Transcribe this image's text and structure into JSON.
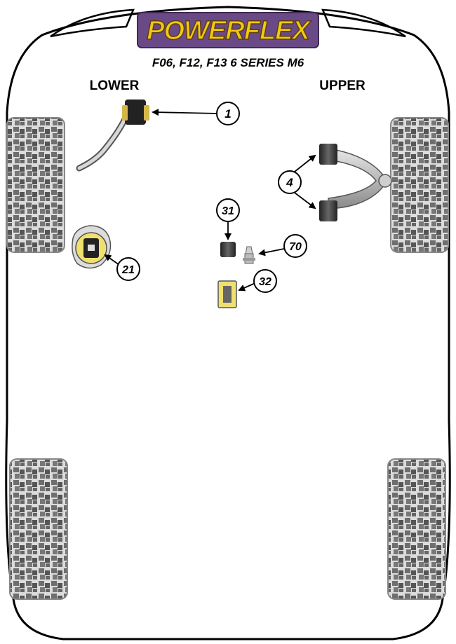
{
  "brand": {
    "logo_text": "POWERFLEX"
  },
  "header": {
    "model": "F06, F12, F13 6 SERIES M6"
  },
  "sections": {
    "lower": "LOWER",
    "upper": "UPPER"
  },
  "callouts": [
    {
      "id": "1",
      "label": "1"
    },
    {
      "id": "4",
      "label": "4"
    },
    {
      "id": "21",
      "label": "21"
    },
    {
      "id": "31",
      "label": "31"
    },
    {
      "id": "70",
      "label": "70"
    },
    {
      "id": "32",
      "label": "32"
    }
  ],
  "colors": {
    "outline": "#000000",
    "logo_yellow": "#f2c812",
    "logo_purple": "#6a4a86",
    "bushing_yellow": "#f0e070",
    "arm_grey": "#a8a8a8",
    "tyre_grey": "#8a8a8a"
  }
}
